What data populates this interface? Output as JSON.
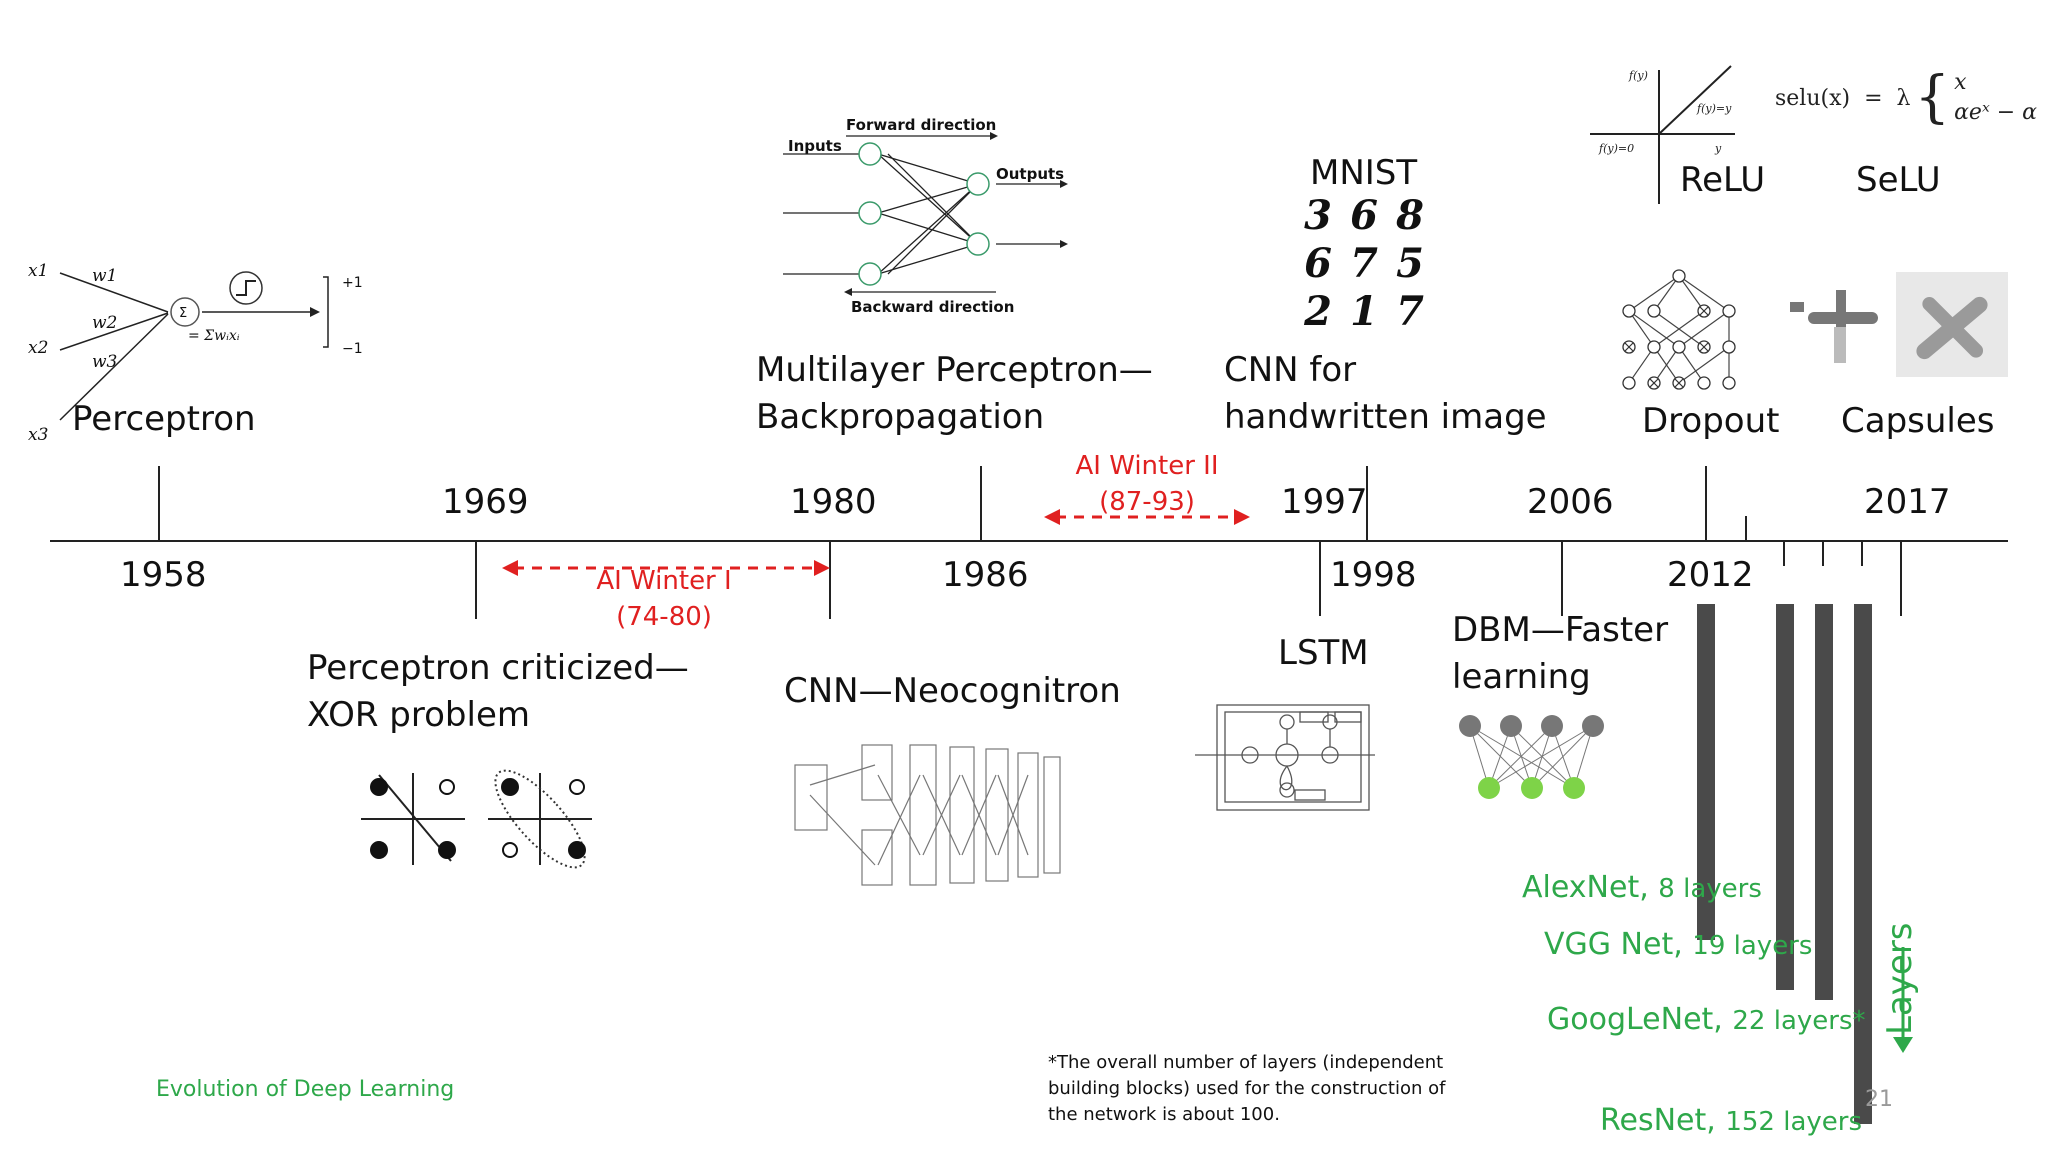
{
  "years_top": [
    "1969",
    "1980",
    "1997",
    "2006",
    "2017"
  ],
  "years_bottom": [
    "1958",
    "1986",
    "1998",
    "2012"
  ],
  "milestones": {
    "perceptron": "Perceptron",
    "criticized_line1": "Perceptron criticized—",
    "criticized_line2": "XOR problem",
    "mlp_line1": "Multilayer Perceptron—",
    "mlp_line2": "Backpropagation",
    "neocognitron": "CNN—Neocognitron",
    "cnn_line1": "CNN for",
    "cnn_line2": "handwritten image",
    "lstm": "LSTM",
    "dbm_line1": "DBM—Faster",
    "dbm_line2": "learning",
    "mnist": "MNIST",
    "relu": "ReLU",
    "selu": "SeLU",
    "dropout": "Dropout",
    "capsules": "Capsules"
  },
  "ai_winters": [
    {
      "name": "AI Winter I",
      "range": "(74-80)"
    },
    {
      "name": "AI Winter II",
      "range": "(87-93)"
    }
  ],
  "perceptron_diagram": {
    "inputs": [
      "x1",
      "x2",
      "x3"
    ],
    "weights": [
      "w1",
      "w2",
      "w3"
    ],
    "sum_symbol": "Σ",
    "sum_formula": "= Σwᵢxᵢ",
    "outputs": [
      "+1",
      "−1"
    ]
  },
  "mlp_diagram": {
    "forward": "Forward direction",
    "backward": "Backward direction",
    "inputs": "Inputs",
    "outputs": "Outputs"
  },
  "mnist_digits": [
    "3",
    "6",
    "8",
    "6",
    "7",
    "5",
    "2",
    "1",
    "7"
  ],
  "relu_graph": {
    "axis_y": "f(y)",
    "axis_x": "y",
    "line": "f(y)=y",
    "zero": "f(y)=0"
  },
  "selu_formula": {
    "lhs": "selu(x)  =  λ",
    "case1": "x",
    "case2": "αeˣ − α"
  },
  "networks": [
    {
      "name": "AlexNet,",
      "layers": "8 layers",
      "depth": 8
    },
    {
      "name": "VGG Net,",
      "layers": "19 layers",
      "depth": 19
    },
    {
      "name": "GoogLeNet,",
      "layers": "22 layers*",
      "depth": 22
    },
    {
      "name": "ResNet,",
      "layers": "152 layers",
      "depth": 152
    }
  ],
  "layers_axis": "Layers",
  "footnote_line1": "*The overall number of layers (independent",
  "footnote_line2": "building blocks) used for the construction of",
  "footnote_line3": "the network is about 100.",
  "slide_title": "Evolution of Deep Learning",
  "page_number": "21",
  "colors": {
    "winter": "#e02020",
    "green": "#2ea84a",
    "bar": "#4a4a4a"
  }
}
